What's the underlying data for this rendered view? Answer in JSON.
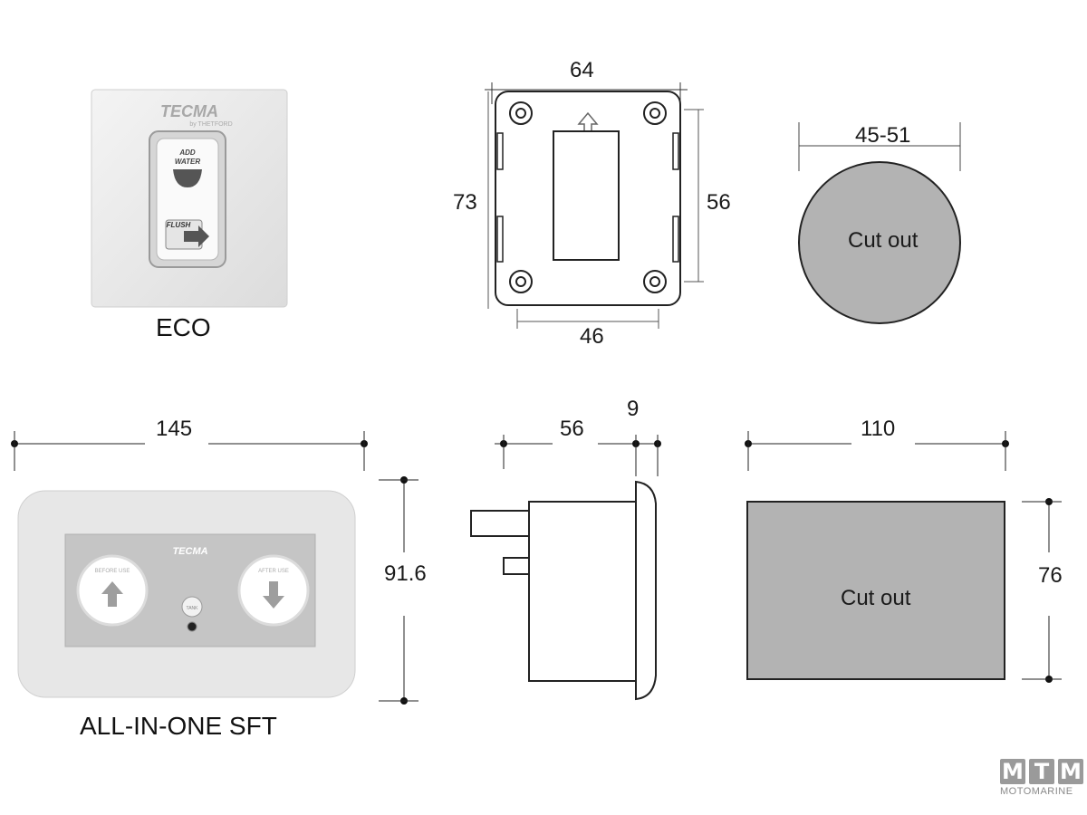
{
  "eco": {
    "caption": "ECO",
    "brand": "TECMA",
    "subbrand": "by THETFORD",
    "rocker_top_label_1": "ADD",
    "rocker_top_label_2": "WATER",
    "rocker_bottom_label": "FLUSH"
  },
  "eco_back_dims": {
    "width_top": "64",
    "height_left": "73",
    "height_right": "56",
    "width_bottom": "46"
  },
  "eco_cutout": {
    "diameter": "45-51",
    "label": "Cut out"
  },
  "sft": {
    "caption": "ALL-IN-ONE SFT",
    "brand": "TECMA",
    "width": "145",
    "height": "91.6",
    "left_button_label": "BEFORE USE",
    "right_button_label": "AFTER USE",
    "tank_label": "TANK"
  },
  "sft_side_dims": {
    "depth": "56",
    "flange": "9"
  },
  "sft_cutout": {
    "width": "110",
    "height": "76",
    "label": "Cut out"
  },
  "watermark": {
    "letters": [
      "M",
      "T",
      "M"
    ],
    "subtitle": "MOTOMARINE"
  },
  "colors": {
    "cutout_fill": "#b3b3b3",
    "panel_fill": "#e6e6e6",
    "face_fill": "#c4c4c4",
    "line": "#222222"
  },
  "icons": [
    "arrow-up-icon",
    "arrow-down-icon",
    "flush-arrow-icon",
    "toilet-icon",
    "screw-hole-icon"
  ]
}
